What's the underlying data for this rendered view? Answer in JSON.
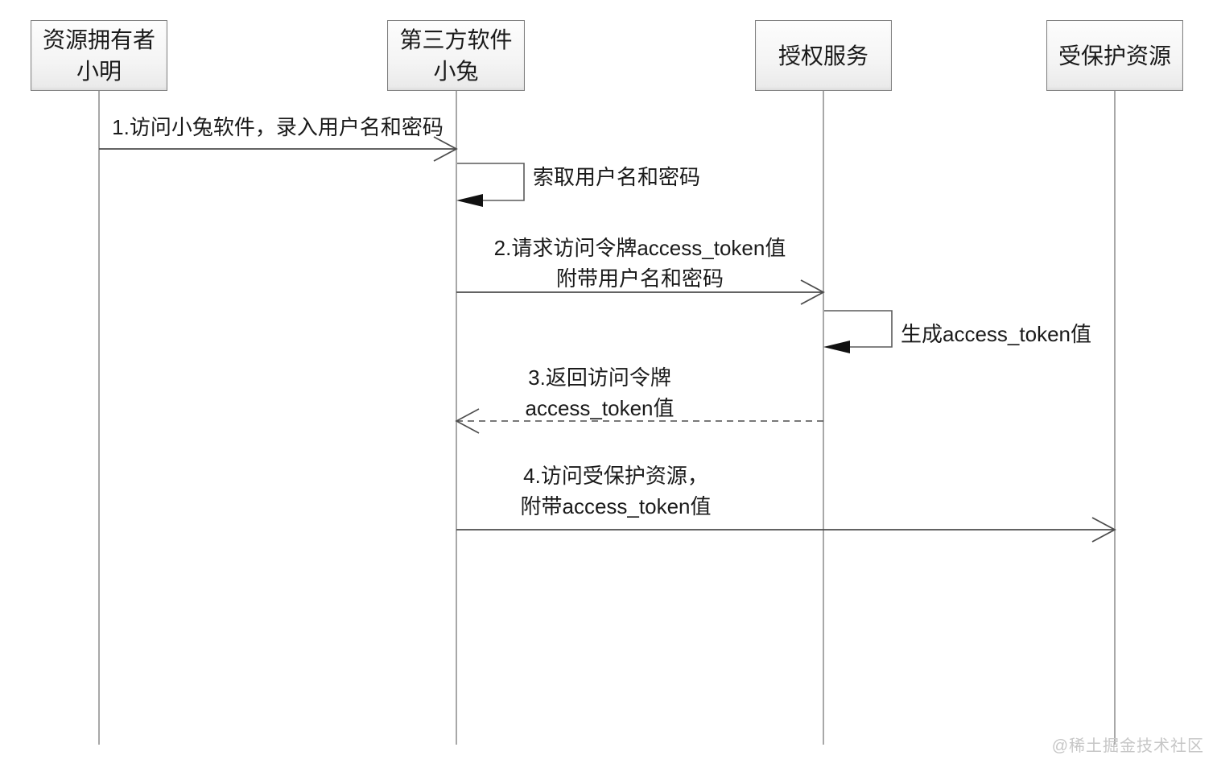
{
  "diagram": {
    "actors": [
      {
        "line1": "资源拥有者",
        "line2": "小明"
      },
      {
        "line1": "第三方软件",
        "line2": "小兔"
      },
      {
        "line1": "授权服务"
      },
      {
        "line1": "受保护资源"
      }
    ],
    "messages": {
      "m1": {
        "label": "1.访问小兔软件，录入用户名和密码"
      },
      "self1": {
        "label": "索取用户名和密码"
      },
      "m2": {
        "line1": "2.请求访问令牌access_token值",
        "line2": "附带用户名和密码"
      },
      "self2": {
        "label": "生成access_token值"
      },
      "m3": {
        "line1": "3.返回访问令牌",
        "line2": "access_token值"
      },
      "m4": {
        "line1": "4.访问受保护资源，",
        "line2": "附带access_token值"
      }
    },
    "watermark": "@稀土掘金技术社区",
    "colors": {
      "message_line": "#4d4d4d",
      "lifeline": "#8c8c8c",
      "box_border": "#7f7f7f",
      "text": "#1a1a1a",
      "watermark": "#c6c6c6",
      "background": "#ffffff"
    }
  }
}
